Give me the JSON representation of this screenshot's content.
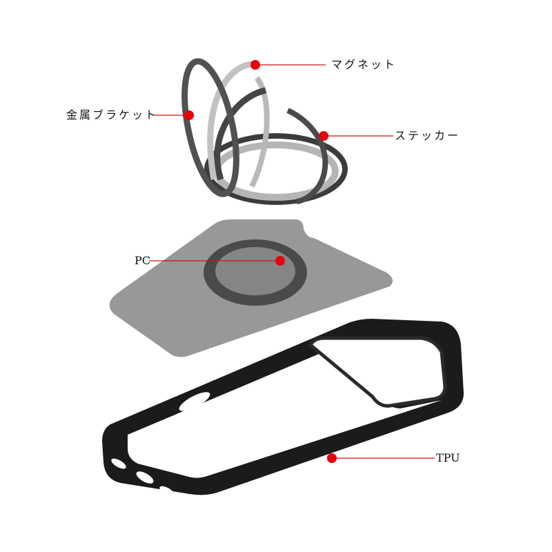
{
  "colors": {
    "callout_dot": "#e8000b",
    "callout_line": "#d01010",
    "frame": "#1a1a1a",
    "plate": "#8c8c8e",
    "ring_dark": "#4f4f51",
    "ring_light": "#bdbdbd"
  },
  "callouts": {
    "magnet": "マグネット",
    "bracket": "金属ブラケット",
    "sticker": "ステッカー",
    "pc": "PC",
    "tpu": "TPU"
  }
}
